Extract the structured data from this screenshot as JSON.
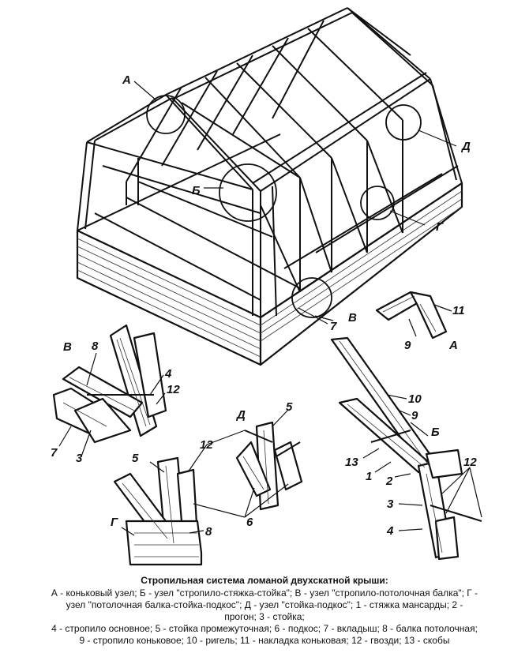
{
  "caption": {
    "title": "Стропильная система ломаной двухскатной крыши:",
    "lines": [
      "А - коньковый узел; Б - узел \"стропило-стяжка-стойка\"; В - узел \"стропило-потолочная балка\"; Г -",
      "узел \"потолочная балка-стойка-подкос\"; Д - узел \"стойка-подкос\"; 1 - стяжка мансарды; 2 -",
      "прогон; 3 - стойка;",
      "4 - стропило основное; 5 - стойка промежуточная; 6 - подкос; 7 - вкладыш; 8 - балка потолочная;",
      "9 - стропило коньковое; 10 - ригель; 11 - накладка коньковая; 12 - гвозди; 13 - скобы"
    ]
  },
  "labels": {
    "A_main": "А",
    "B_main": "Б",
    "V_main": "В",
    "G_main": "Г",
    "D_main": "Д",
    "n7_main": "7",
    "V_det": "В",
    "n8_v": "8",
    "n4_v": "4",
    "n12_v": "12",
    "n7_v": "7",
    "n3_v": "3",
    "n11_a": "11",
    "n9_a": "9",
    "A_det": "А",
    "n10_b": "10",
    "n9_b": "9",
    "B_det": "Б",
    "n13_b": "13",
    "n1_b": "1",
    "n2_b": "2",
    "n12_b": "12",
    "n3_b": "3",
    "n4_b": "4",
    "D_det": "Д",
    "n5_d": "5",
    "n12_gd": "12",
    "n5_g": "5",
    "G_det": "Г",
    "n8_g": "8",
    "n6_gd": "6"
  }
}
